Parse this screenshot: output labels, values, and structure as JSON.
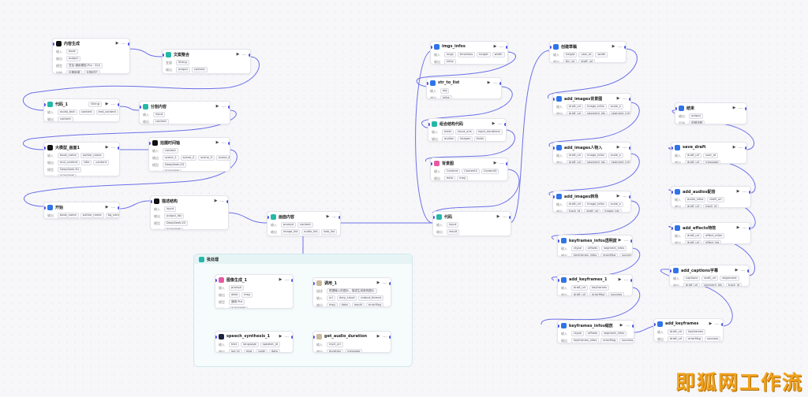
{
  "watermark": "即狐网工作流",
  "colors": {
    "wire": "#4d53e8",
    "llm": "#111111",
    "code": "#24b8a8",
    "plugin": "#2f74e8",
    "image": "#e85aa0",
    "speech": "#1c2140"
  },
  "group": {
    "title": "批处理"
  },
  "nodes": [
    {
      "id": "n1",
      "title": "内容生成",
      "icon": "llm-icon",
      "rows": [
        {
          "k": "输入",
          "v": [
            "book"
          ]
        },
        {
          "k": "输出",
          "v": [
            "output"
          ]
        },
        {
          "k": "模型",
          "v": [
            "豆包·通用模型-Pro · 32k"
          ]
        },
        {
          "k": "技能",
          "v": [
            "近期新闻",
            "长期记忆"
          ]
        }
      ]
    },
    {
      "id": "n2",
      "title": "文案整合",
      "icon": "code-icon",
      "rows": [
        {
          "k": "变量",
          "v": [
            "String"
          ]
        },
        {
          "k": "输出",
          "v": [
            "output",
            "content"
          ]
        }
      ]
    },
    {
      "id": "n3",
      "title": "代码_1",
      "icon": "code-icon",
      "badge": "String",
      "rows": [
        {
          "k": "输入",
          "v": [
            "audio_text",
            "content",
            "end_content"
          ]
        },
        {
          "k": "输出",
          "v": [
            "content"
          ]
        }
      ]
    },
    {
      "id": "n4",
      "title": "分割内容",
      "icon": "code-icon",
      "rows": [
        {
          "k": "输入",
          "v": [
            "input"
          ]
        },
        {
          "k": "输出",
          "v": [
            "content"
          ]
        }
      ]
    },
    {
      "id": "n5",
      "title": "大模型_画面1",
      "icon": "llm-icon",
      "rows": [
        {
          "k": "输入",
          "v": [
            "book_name",
            "author_name"
          ]
        },
        {
          "k": "输出",
          "v": [
            "end_content",
            "title",
            "content"
          ]
        },
        {
          "k": "模型",
          "v": [
            "DeepSeek-R1"
          ]
        },
        {
          "k": "技能",
          "v": [
            "未添加技能"
          ]
        }
      ]
    },
    {
      "id": "n6",
      "title": "拍摄时间轴",
      "icon": "llm-icon",
      "rows": [
        {
          "k": "输入",
          "v": [
            "content"
          ]
        },
        {
          "k": "输出",
          "v": [
            "scene_1",
            "scene_2",
            "scene_3",
            "scene_4"
          ]
        },
        {
          "k": "模型",
          "v": [
            "DeepSeek-V3"
          ]
        },
        {
          "k": "技能",
          "v": [
            "未添加技能"
          ]
        }
      ]
    },
    {
      "id": "n7",
      "title": "开始",
      "icon": "start-icon",
      "rows": [
        {
          "k": "输出",
          "v": [
            "book_name",
            "author_name",
            "bg_name"
          ]
        }
      ]
    },
    {
      "id": "n8",
      "title": "描述结构",
      "icon": "llm-icon",
      "rows": [
        {
          "k": "输入",
          "v": [
            "input"
          ]
        },
        {
          "k": "输出",
          "v": [
            "output_list"
          ]
        },
        {
          "k": "模型",
          "v": [
            "DeepSeek-V3"
          ]
        },
        {
          "k": "技能",
          "v": [
            "未添加技能"
          ]
        }
      ]
    },
    {
      "id": "n9",
      "title": "画面内容",
      "icon": "code-icon",
      "rows": [
        {
          "k": "输入",
          "v": [
            "prompt",
            "content"
          ]
        },
        {
          "k": "输出",
          "v": [
            "image_list",
            "audio_list",
            "bob_list"
          ]
        }
      ]
    },
    {
      "id": "n10",
      "title": "imgs_infos",
      "icon": "plugin-icon",
      "rows": [
        {
          "k": "输入",
          "v": [
            "imgs",
            "timelines",
            "height",
            "width"
          ]
        },
        {
          "k": "输出",
          "v": [
            "infos"
          ]
        }
      ]
    },
    {
      "id": "n11",
      "title": "str_to_list",
      "icon": "plugin-icon",
      "rows": [
        {
          "k": "输入",
          "v": [
            "obj"
          ]
        },
        {
          "k": "输出",
          "v": [
            "infos"
          ]
        }
      ]
    },
    {
      "id": "n12",
      "title": "组合结构代码",
      "icon": "code-icon",
      "rows": [
        {
          "k": "输入",
          "v": [
            "texts",
            "input_urls",
            "input_durations"
          ]
        },
        {
          "k": "输出",
          "v": [
            "audios",
            "images",
            "texts"
          ]
        }
      ]
    },
    {
      "id": "n13",
      "title": "背景图",
      "icon": "image-icon",
      "rows": [
        {
          "k": "输入",
          "v": [
            "Content",
            "Content2",
            "Content3"
          ]
        },
        {
          "k": "输出",
          "v": [
            "data",
            "msg"
          ]
        }
      ]
    },
    {
      "id": "n14",
      "title": "代码",
      "icon": "code-icon",
      "rows": [
        {
          "k": "输入",
          "v": [
            "input"
          ]
        },
        {
          "k": "输出",
          "v": [
            "result"
          ]
        }
      ]
    },
    {
      "id": "n15",
      "title": "创建草稿",
      "icon": "plugin-icon",
      "rows": [
        {
          "k": "输入",
          "v": [
            "height",
            "user_id",
            "width"
          ]
        },
        {
          "k": "输出",
          "v": [
            "tip_url",
            "draft_url"
          ]
        }
      ]
    },
    {
      "id": "n16",
      "title": "add_images背景图",
      "icon": "plugin-icon",
      "rows": [
        {
          "k": "输入",
          "v": [
            "draft_url",
            "image_infos",
            "scale_x"
          ]
        },
        {
          "k": "输出",
          "v": [
            "draft_url",
            "segment_ids",
            "segment_infos"
          ]
        }
      ]
    },
    {
      "id": "n17",
      "title": "add_images人物入",
      "icon": "plugin-icon",
      "rows": [
        {
          "k": "输入",
          "v": [
            "draft_url",
            "image_infos",
            "scale_x"
          ]
        },
        {
          "k": "输出",
          "v": [
            "draft_url",
            "segment_ids",
            "segment_infos"
          ]
        }
      ]
    },
    {
      "id": "n18",
      "title": "add_images转场",
      "icon": "plugin-icon",
      "rows": [
        {
          "k": "输入",
          "v": [
            "draft_url",
            "image_infos",
            "scale_x"
          ]
        },
        {
          "k": "输出",
          "v": [
            "track_id",
            "draft_url",
            "image_ids"
          ]
        }
      ]
    },
    {
      "id": "n19",
      "title": "keyframes_infos透明度",
      "icon": "plugin-icon",
      "rows": [
        {
          "k": "输入",
          "v": [
            "ctype",
            "offsets",
            "segment_infos"
          ]
        },
        {
          "k": "输出",
          "v": [
            "keyframes_infos",
            "errorMsg",
            "success"
          ]
        }
      ]
    },
    {
      "id": "n20",
      "title": "add_keyframes_1",
      "icon": "plugin-icon",
      "rows": [
        {
          "k": "输入",
          "v": [
            "draft_url",
            "keyframes"
          ]
        },
        {
          "k": "输出",
          "v": [
            "draft_url",
            "errorMsg",
            "success"
          ]
        }
      ]
    },
    {
      "id": "n21",
      "title": "keyframes_infos缩放",
      "icon": "plugin-icon",
      "rows": [
        {
          "k": "输入",
          "v": [
            "ctype",
            "offsets",
            "segment_infos"
          ]
        },
        {
          "k": "输出",
          "v": [
            "keyframes_infos",
            "errorMsg",
            "success"
          ]
        }
      ]
    },
    {
      "id": "n22",
      "title": "add_keyframes",
      "icon": "plugin-icon",
      "rows": [
        {
          "k": "输入",
          "v": [
            "draft_url",
            "keyframes"
          ]
        },
        {
          "k": "输出",
          "v": [
            "draft_url",
            "errorMsg",
            "success"
          ]
        }
      ]
    },
    {
      "id": "n23",
      "title": "结束",
      "icon": "end-icon",
      "rows": [
        {
          "k": "输出",
          "v": [
            "output"
          ]
        },
        {
          "k": "回答",
          "v": [
            "说明流程"
          ]
        }
      ]
    },
    {
      "id": "n24",
      "title": "save_draft",
      "icon": "plugin-icon",
      "rows": [
        {
          "k": "输入",
          "v": [
            "draft_url",
            "user_id"
          ]
        },
        {
          "k": "输出",
          "v": [
            "draft_url",
            "message"
          ]
        }
      ]
    },
    {
      "id": "n25",
      "title": "add_audios配音",
      "icon": "plugin-icon",
      "rows": [
        {
          "k": "输入",
          "v": [
            "audio_infos",
            "draft_url"
          ]
        },
        {
          "k": "输出",
          "v": [
            "draft_url",
            "track_id"
          ]
        }
      ]
    },
    {
      "id": "n26",
      "title": "add_effects特效",
      "icon": "plugin-icon",
      "rows": [
        {
          "k": "输入",
          "v": [
            "draft_url",
            "effect_infos"
          ]
        },
        {
          "k": "输出",
          "v": [
            "draft_url",
            "effect_ids"
          ]
        }
      ]
    },
    {
      "id": "n27",
      "title": "add_captions字幕",
      "icon": "plugin-icon",
      "rows": [
        {
          "k": "输入",
          "v": [
            "captions",
            "draft_url",
            "alignment"
          ]
        },
        {
          "k": "输出",
          "v": [
            "draft_url",
            "segment_ids",
            "track_id"
          ]
        }
      ]
    },
    {
      "id": "n28",
      "title": "图像生成_1",
      "icon": "image-icon",
      "rows": [
        {
          "k": "输入",
          "v": [
            "prompt"
          ]
        },
        {
          "k": "输出",
          "v": [
            "data",
            "msg"
          ]
        },
        {
          "k": "模型",
          "v": [
            "通用 Pro"
          ]
        },
        {
          "k": "技能",
          "v": [
            "未添加技能"
          ]
        }
      ]
    },
    {
      "id": "n29",
      "title": "调用_1",
      "icon": "avatar-icon",
      "rows": [
        {
          "k": "描述",
          "v": [
            "根据输入的图片、描述生成新的图片"
          ]
        },
        {
          "k": "输入",
          "v": [
            "url",
            "duty_cloud",
            "output_format"
          ]
        },
        {
          "k": "输出",
          "v": [
            "msg",
            "data",
            "result",
            "errorMsg"
          ]
        }
      ]
    },
    {
      "id": "n30",
      "title": "speech_synthesis_1",
      "icon": "speech-icon",
      "rows": [
        {
          "k": "输入",
          "v": [
            "text",
            "language",
            "speaker_id"
          ]
        },
        {
          "k": "输出",
          "v": [
            "log_id",
            "msg",
            "code",
            "data"
          ]
        }
      ]
    },
    {
      "id": "n31",
      "title": "get_audio_duration",
      "icon": "avatar-icon",
      "rows": [
        {
          "k": "输入",
          "v": [
            "mp3_url"
          ]
        },
        {
          "k": "输出",
          "v": [
            "duration",
            "message"
          ]
        }
      ]
    }
  ]
}
